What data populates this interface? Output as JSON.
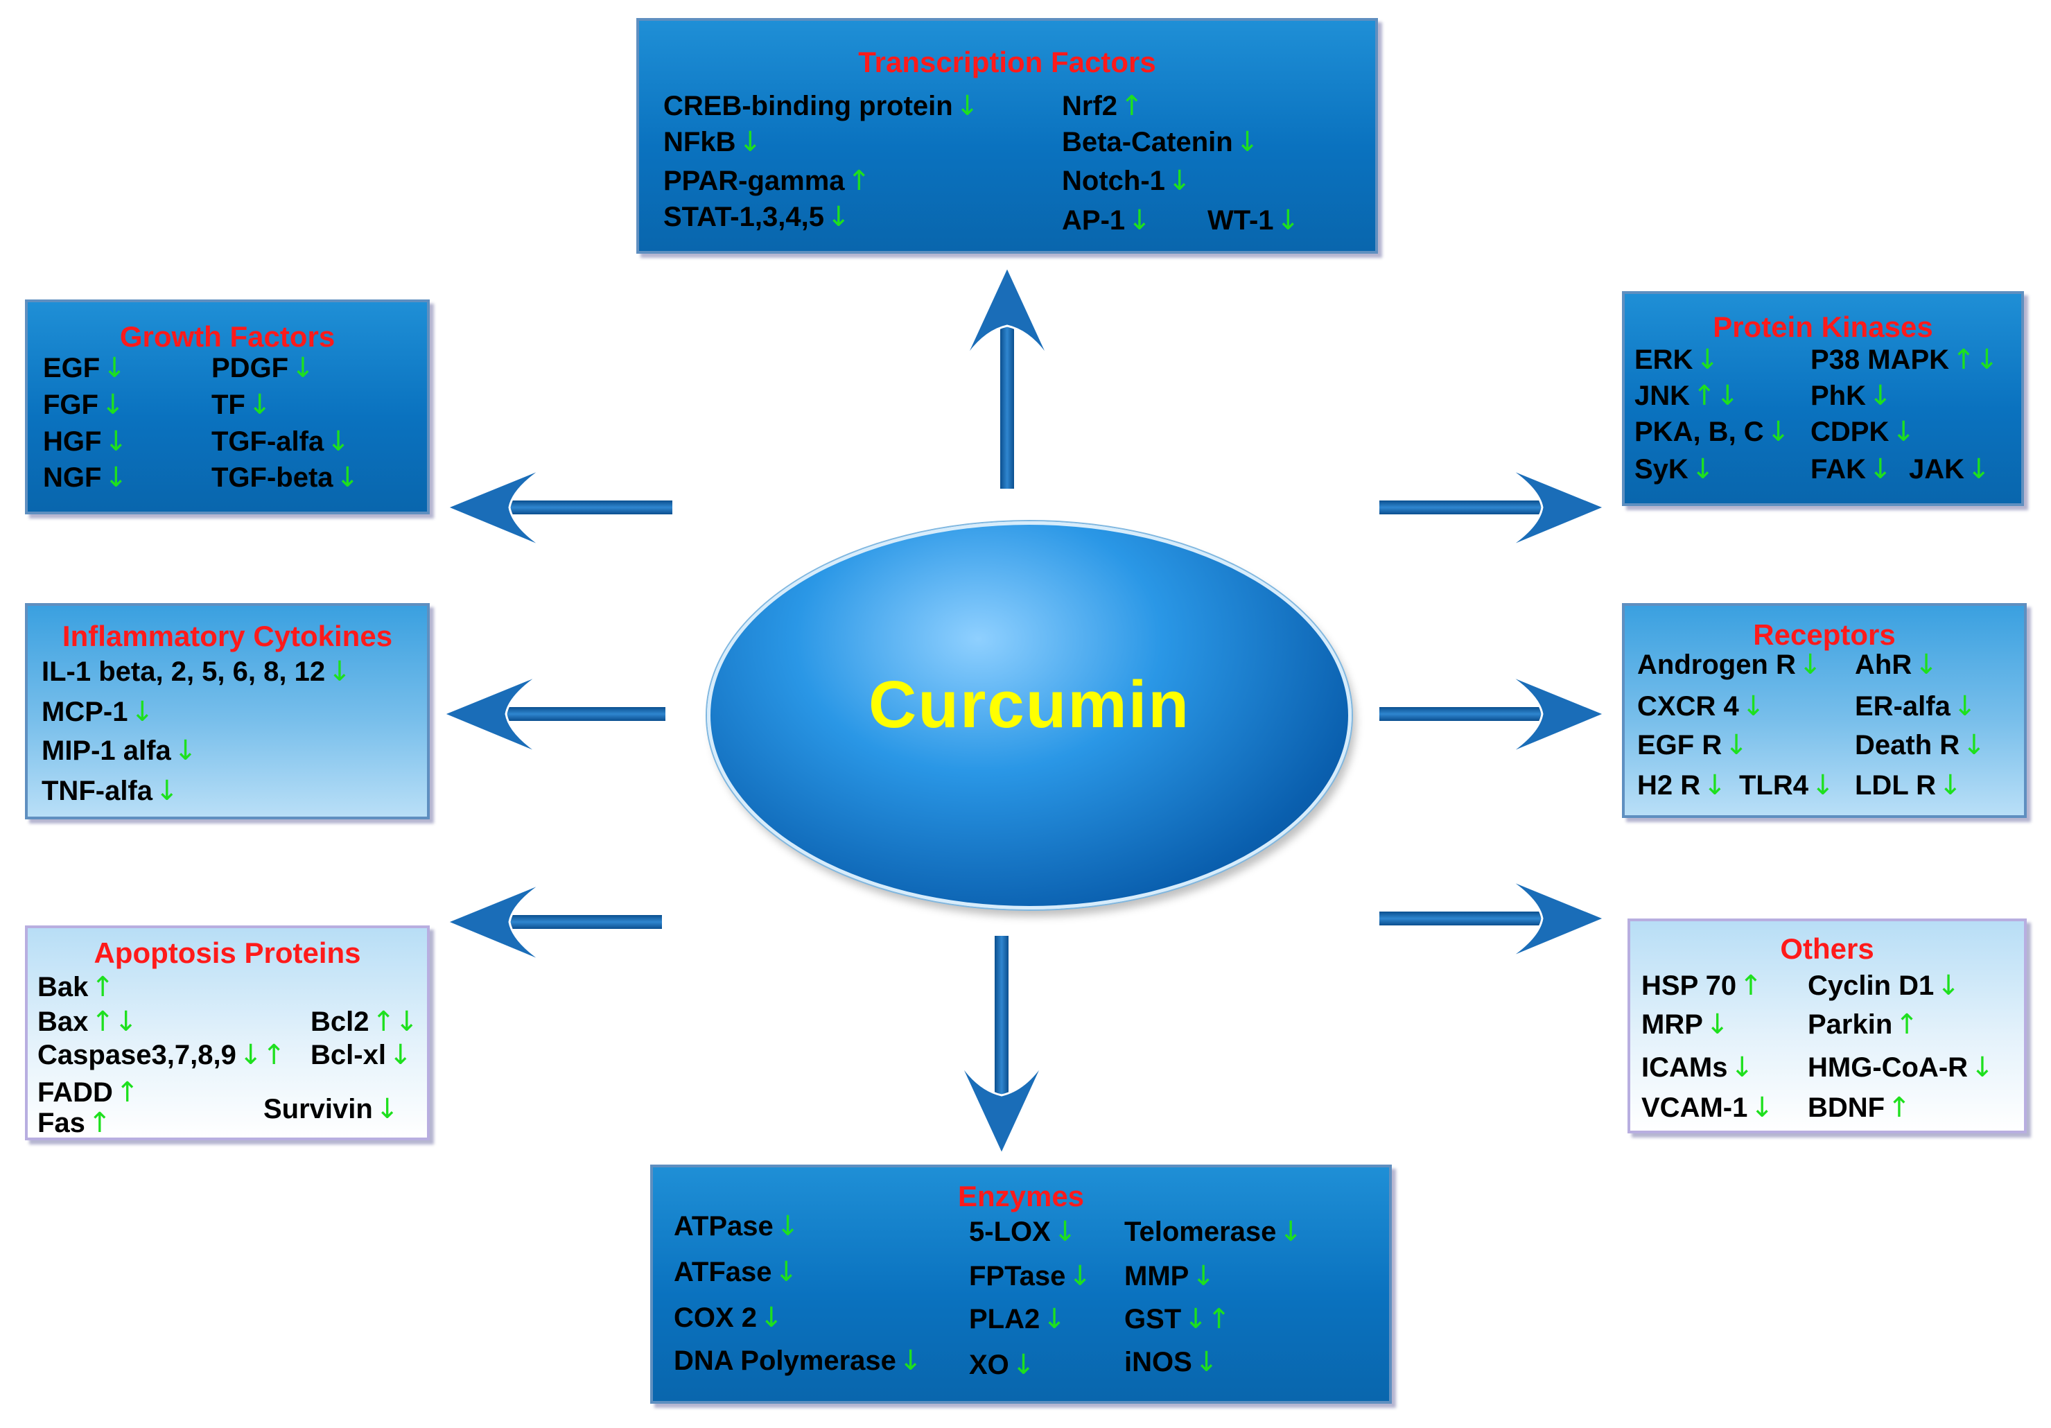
{
  "center": {
    "label": "Curcumin"
  },
  "arrow_symbols": {
    "down": "↓",
    "up": "↑",
    "updown": "↑↓",
    "downup": "↓↑"
  },
  "groups": {
    "transcription": {
      "title": "Transcription Factors",
      "items": [
        {
          "text": "CREB-binding protein",
          "arrow": "↓"
        },
        {
          "text": "NFkB",
          "arrow": "↓"
        },
        {
          "text": "PPAR-gamma",
          "arrow": "↑"
        },
        {
          "text": "STAT-1,3,4,5",
          "arrow": "↓"
        },
        {
          "text": "Nrf2",
          "arrow": "↑"
        },
        {
          "text": "Beta-Catenin",
          "arrow": "↓"
        },
        {
          "text": "Notch-1",
          "arrow": "↓"
        },
        {
          "text": "AP-1",
          "arrow": "↓"
        },
        {
          "text": "WT-1",
          "arrow": "↓"
        }
      ]
    },
    "growth": {
      "title": "Growth Factors",
      "items": [
        {
          "text": "EGF",
          "arrow": "↓"
        },
        {
          "text": "FGF",
          "arrow": "↓"
        },
        {
          "text": "HGF",
          "arrow": "↓"
        },
        {
          "text": "NGF",
          "arrow": "↓"
        },
        {
          "text": "PDGF",
          "arrow": "↓"
        },
        {
          "text": "TF",
          "arrow": "↓"
        },
        {
          "text": "TGF-alfa",
          "arrow": "↓"
        },
        {
          "text": "TGF-beta",
          "arrow": "↓"
        }
      ]
    },
    "kinases": {
      "title": "Protein Kinases",
      "items": [
        {
          "text": "ERK",
          "arrow": "↓"
        },
        {
          "text": "JNK",
          "arrow": "↑↓"
        },
        {
          "text": "PKA, B, C",
          "arrow": "↓"
        },
        {
          "text": "SyK",
          "arrow": "↓"
        },
        {
          "text": "P38 MAPK",
          "arrow": "↑↓"
        },
        {
          "text": "PhK",
          "arrow": "↓"
        },
        {
          "text": "CDPK",
          "arrow": "↓"
        },
        {
          "text": "FAK",
          "arrow": "↓"
        },
        {
          "text": "JAK",
          "arrow": "↓"
        }
      ]
    },
    "cytokines": {
      "title": "Inflammatory Cytokines",
      "items": [
        {
          "text": "IL-1 beta, 2, 5, 6, 8, 12",
          "arrow": "↓"
        },
        {
          "text": "MCP-1",
          "arrow": "↓"
        },
        {
          "text": "MIP-1 alfa",
          "arrow": "↓"
        },
        {
          "text": "TNF-alfa",
          "arrow": "↓"
        }
      ]
    },
    "receptors": {
      "title": "Receptors",
      "items": [
        {
          "text": "Androgen R",
          "arrow": "↓"
        },
        {
          "text": "CXCR 4",
          "arrow": "↓"
        },
        {
          "text": "EGF R",
          "arrow": "↓"
        },
        {
          "text": "H2 R",
          "arrow": "↓"
        },
        {
          "text": "AhR",
          "arrow": "↓"
        },
        {
          "text": "ER-alfa",
          "arrow": "↓"
        },
        {
          "text": "Death R",
          "arrow": "↓"
        },
        {
          "text": "TLR4",
          "arrow": "↓"
        },
        {
          "text": "LDL R",
          "arrow": "↓"
        }
      ]
    },
    "apoptosis": {
      "title": "Apoptosis Proteins",
      "items": [
        {
          "text": "Bak",
          "arrow": "↑"
        },
        {
          "text": "Bax",
          "arrow": "↑↓"
        },
        {
          "text": "Caspase3,7,8,9",
          "arrow": "↓↑"
        },
        {
          "text": "FADD",
          "arrow": "↑"
        },
        {
          "text": "Fas",
          "arrow": "↑"
        },
        {
          "text": "Bcl2",
          "arrow": "↑↓"
        },
        {
          "text": "Bcl-xl",
          "arrow": "↓"
        },
        {
          "text": "Survivin",
          "arrow": "↓"
        }
      ]
    },
    "others": {
      "title": "Others",
      "items": [
        {
          "text": "HSP 70",
          "arrow": "↑"
        },
        {
          "text": "MRP",
          "arrow": "↓"
        },
        {
          "text": "ICAMs",
          "arrow": "↓"
        },
        {
          "text": "VCAM-1",
          "arrow": "↓"
        },
        {
          "text": "Cyclin D1",
          "arrow": "↓"
        },
        {
          "text": "Parkin",
          "arrow": "↑"
        },
        {
          "text": "HMG-CoA-R",
          "arrow": "↓"
        },
        {
          "text": "BDNF",
          "arrow": "↑"
        }
      ]
    },
    "enzymes": {
      "title": "Enzymes",
      "items": [
        {
          "text": "ATPase",
          "arrow": "↓"
        },
        {
          "text": "ATFase",
          "arrow": "↓"
        },
        {
          "text": "COX 2",
          "arrow": "↓"
        },
        {
          "text": "DNA Polymerase",
          "arrow": "↓"
        },
        {
          "text": "5-LOX",
          "arrow": "↓"
        },
        {
          "text": "FPTase",
          "arrow": "↓"
        },
        {
          "text": "PLA2",
          "arrow": "↓"
        },
        {
          "text": "XO",
          "arrow": "↓"
        },
        {
          "text": "Telomerase",
          "arrow": "↓"
        },
        {
          "text": "MMP",
          "arrow": "↓"
        },
        {
          "text": "GST",
          "arrow": "↓↑"
        },
        {
          "text": "iNOS",
          "arrow": "↓"
        }
      ]
    }
  }
}
